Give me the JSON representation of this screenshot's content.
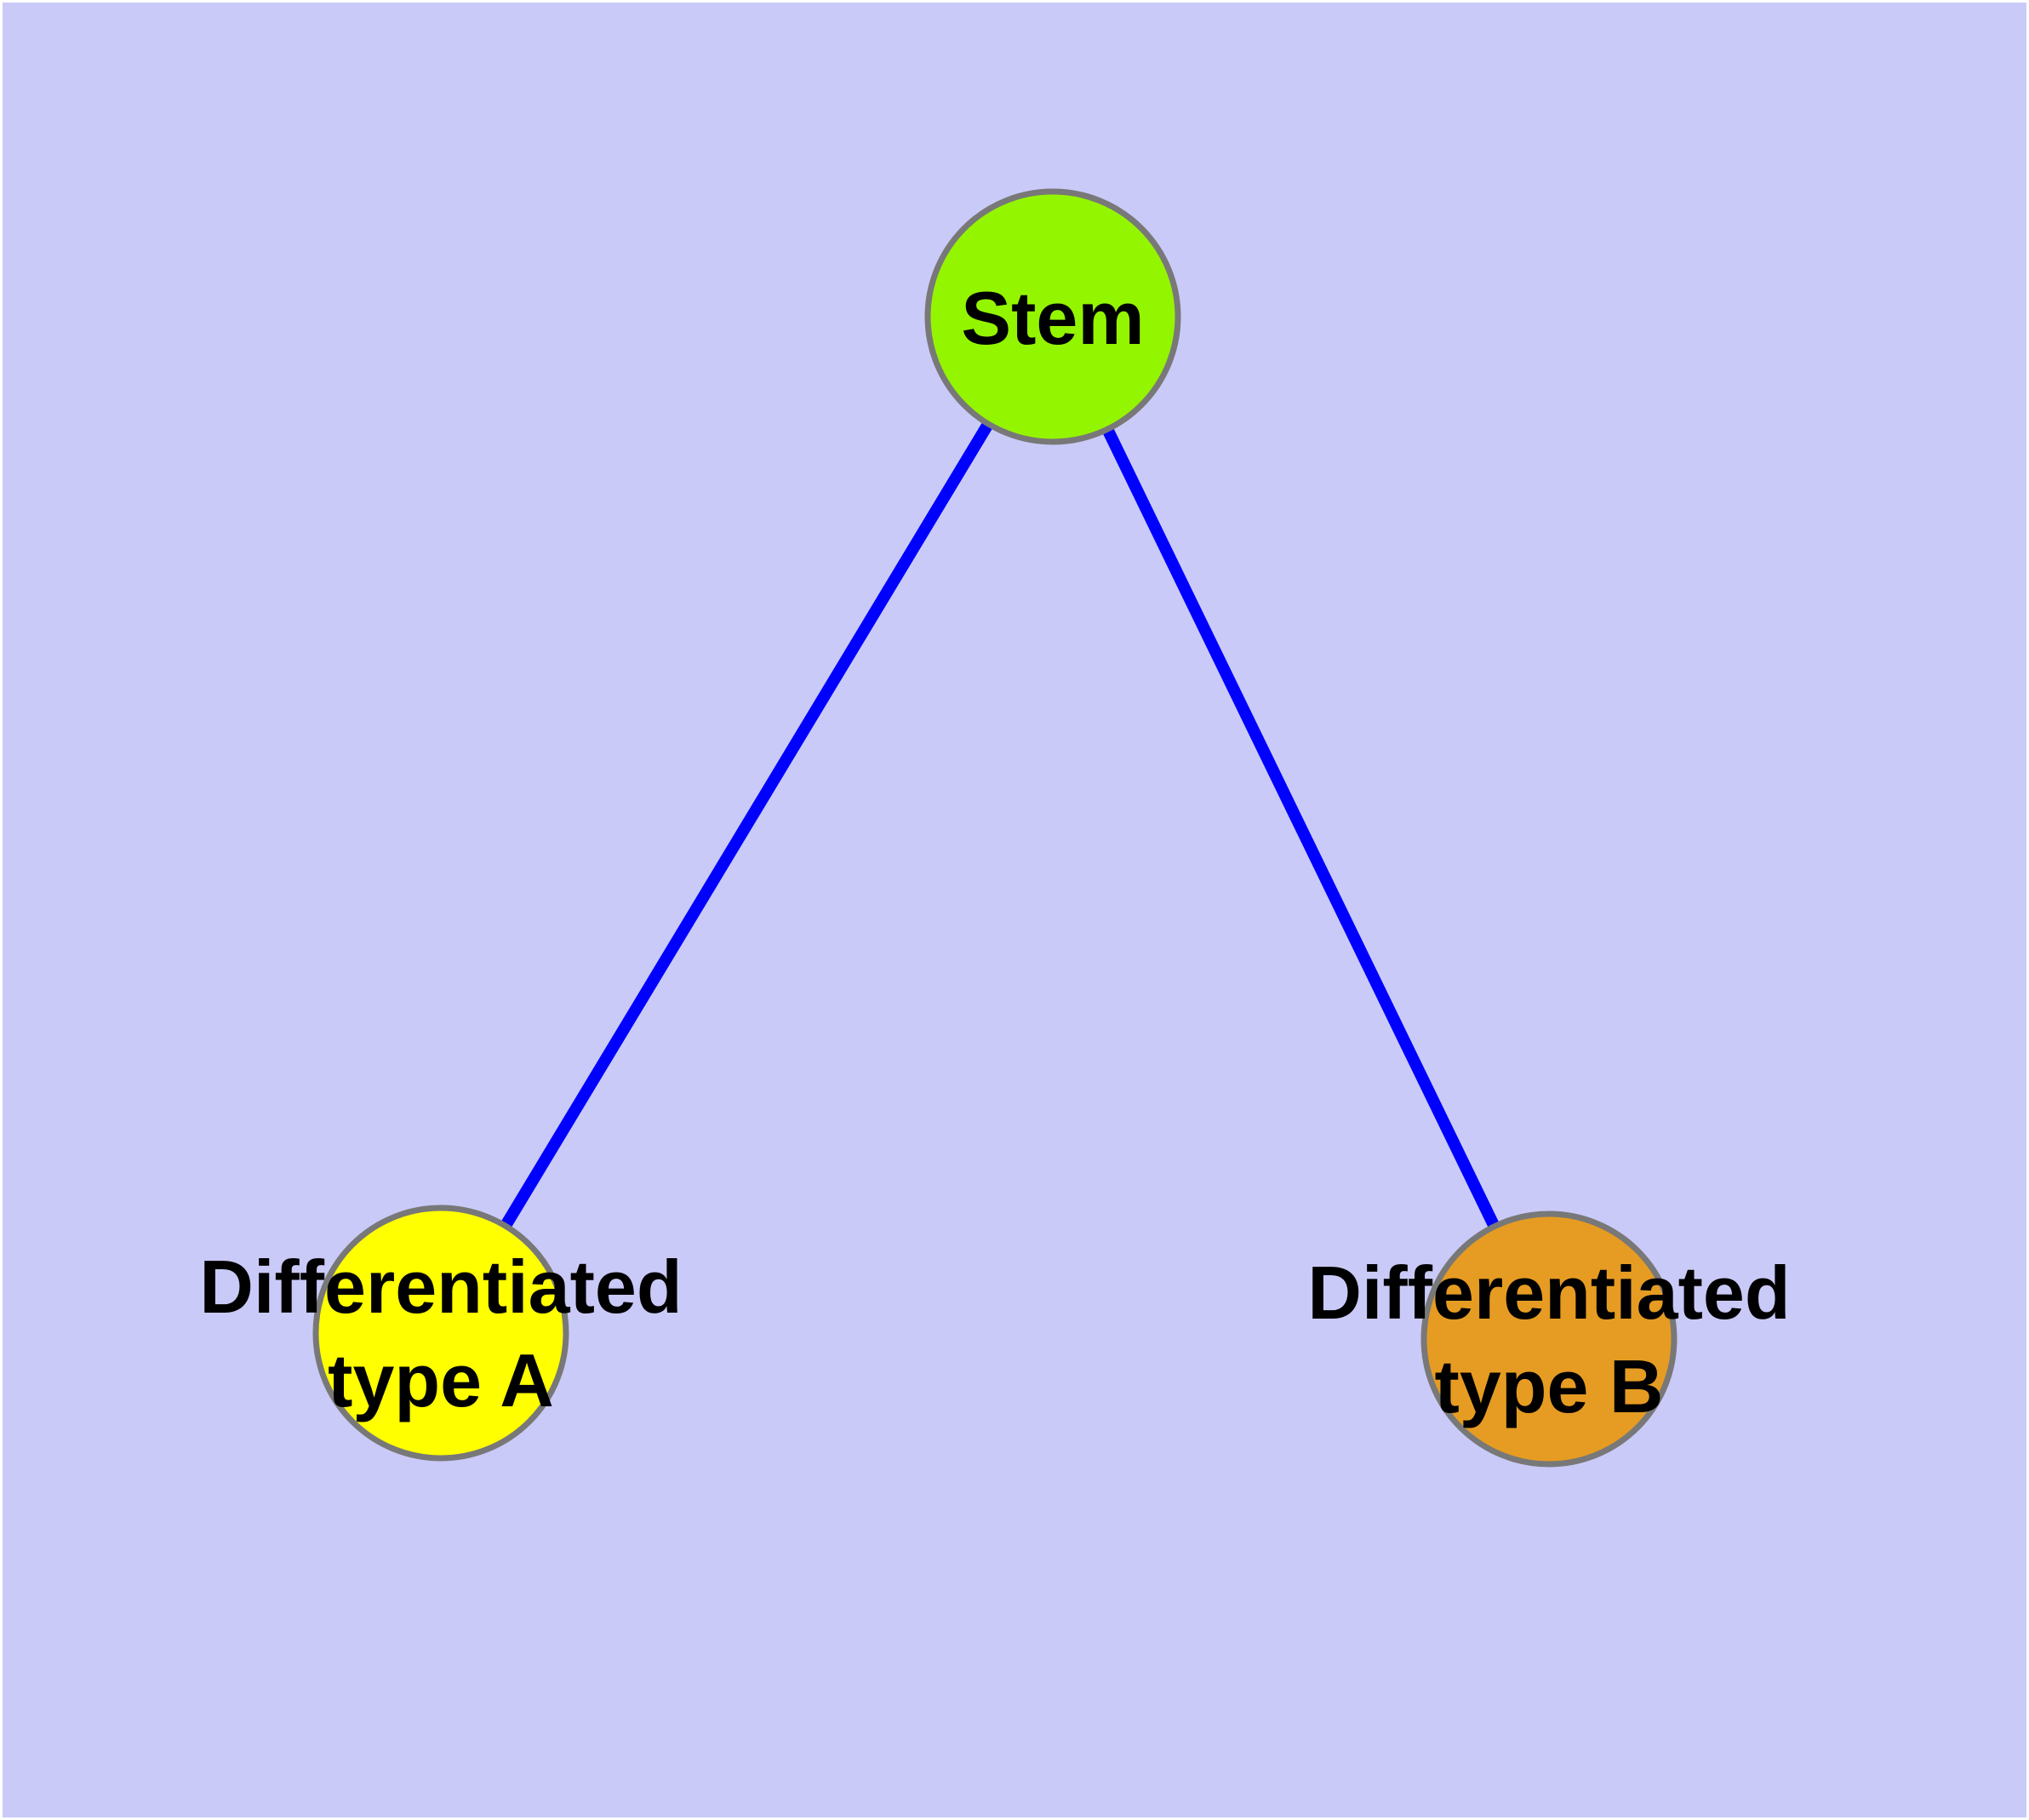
{
  "diagram": {
    "title": "",
    "background_color": "#CACAF8",
    "frame_color": "#FFFFFF",
    "label_color": "#000000",
    "nodes": {
      "stem": {
        "label": "Stem",
        "fill": "#94F500",
        "border": "#787878"
      },
      "type_a": {
        "label": "Differentiated type A",
        "label_lines": [
          "Differentiated",
          "type A"
        ],
        "fill": "#FFFF00",
        "border": "#787878"
      },
      "type_b": {
        "label": "Differentiated type B",
        "label_lines": [
          "Differentiated",
          "type B"
        ],
        "fill": "#E69C22",
        "border": "#787878"
      }
    },
    "edges": [
      {
        "from": "Stem",
        "to": "Differentiated type A",
        "color": "#0000FF"
      },
      {
        "from": "Stem",
        "to": "Differentiated type B",
        "color": "#0000FF"
      }
    ]
  }
}
